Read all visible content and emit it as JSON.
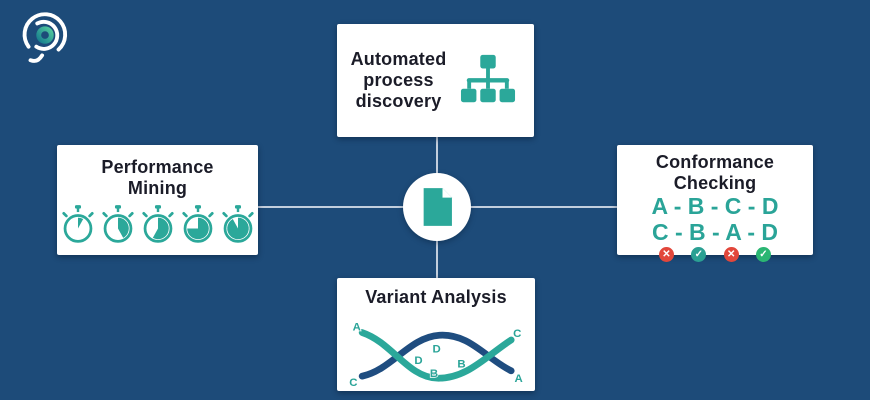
{
  "page": {
    "background": "#1d4b79",
    "connector_color": "#c2cedd",
    "teal": "#2ba89a",
    "navy": "#1f4d80",
    "ink": "#1b1c28"
  },
  "top_card": {
    "title_lines": [
      "Automated",
      "process",
      "discovery"
    ],
    "icon": "org-chart-icon"
  },
  "left_card": {
    "title_lines": [
      "Performance",
      "Mining"
    ],
    "icon": "stopwatch-icons",
    "stopwatch_fractions": [
      0.08,
      0.42,
      0.58,
      0.75,
      0.92
    ]
  },
  "right_card": {
    "title_lines": [
      "Conformance",
      "Checking"
    ],
    "sequences": [
      "A - B - C - D",
      "C - B - A - D"
    ],
    "marks": [
      {
        "symbol": "✕",
        "color": "#e2473b"
      },
      {
        "symbol": "✓",
        "color": "#2ba093"
      },
      {
        "symbol": "✕",
        "color": "#e2473b"
      },
      {
        "symbol": "✓",
        "color": "#2bb673"
      }
    ]
  },
  "bottom_card": {
    "title": "Variant Analysis",
    "corners": [
      "A",
      "C",
      "C",
      "A"
    ],
    "middles": [
      "D",
      "D",
      "B",
      "B"
    ]
  },
  "center": {
    "icon": "document-icon"
  }
}
